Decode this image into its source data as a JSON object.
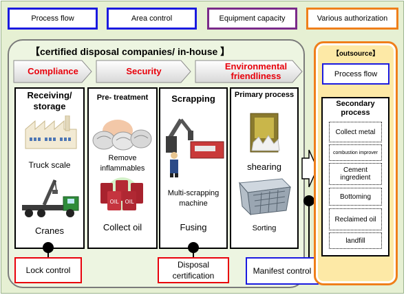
{
  "top_boxes": [
    {
      "label": "Process flow",
      "color": "#1a1ae0"
    },
    {
      "label": "Area control",
      "color": "#1a1ae0"
    },
    {
      "label": "Equipment capacity",
      "color": "#7a2a8a"
    },
    {
      "label": "Various authorization",
      "color": "#ef7f1a"
    }
  ],
  "inhouse": {
    "title": "【certified disposal companies/ in-house 】",
    "categories": [
      "Compliance",
      "Security",
      "Environmental friendliness"
    ],
    "columns": [
      {
        "title": "Receiving/ storage",
        "items": [
          "Truck scale",
          "Cranes"
        ]
      },
      {
        "title": "Pre- treatment",
        "items": [
          "Remove inflammables",
          "Collect oil"
        ]
      },
      {
        "title": "Scrapping",
        "items": [
          "Multi-scrapping machine",
          "Fusing"
        ]
      },
      {
        "title": "Primary process",
        "items": [
          "shearing",
          "Sorting"
        ]
      }
    ],
    "bottom_boxes": [
      "Lock control",
      "Disposal certification",
      "Manifest control"
    ]
  },
  "outsource": {
    "title": "【outsource】",
    "process_flow": "Process flow",
    "secondary_title": "Secondary process",
    "items": [
      "Collect metal",
      "combustion improver",
      "Cement ingredient",
      "Bottoming",
      "Reclaimed oil",
      "landfill"
    ]
  },
  "colors": {
    "red": "#e8000b",
    "blue": "#1a1ae0",
    "purple": "#7a2a8a",
    "orange": "#ef7f1a",
    "green_bg": "#e6f0d3",
    "outsource_bg": "#fde9a6"
  }
}
